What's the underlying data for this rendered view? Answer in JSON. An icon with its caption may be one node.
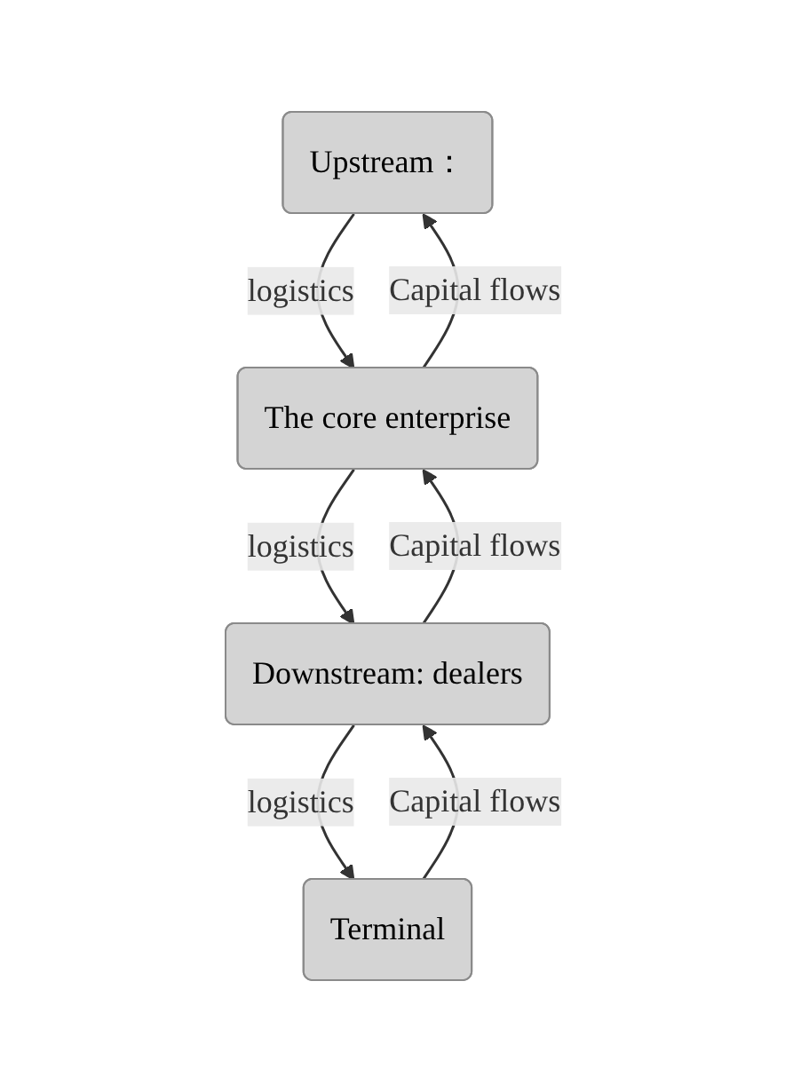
{
  "diagram": {
    "nodes": [
      {
        "text": [
          "Upstream："
        ]
      },
      {
        "text": [
          "The core enterprise"
        ]
      },
      {
        "text": [
          "Downstream: dealers"
        ]
      },
      {
        "text": [
          "Terminal"
        ]
      }
    ],
    "edges": [
      {
        "from": 1,
        "to": 0,
        "arrow": "to",
        "label": "Capital flows"
      },
      {
        "from": 0,
        "to": 1,
        "arrow": "to",
        "label": "logistics"
      },
      {
        "from": 2,
        "to": 1,
        "arrow": "to",
        "label": "Capital flows"
      },
      {
        "from": 1,
        "to": 2,
        "arrow": "to",
        "label": "logistics"
      },
      {
        "from": 3,
        "to": 2,
        "arrow": "to",
        "label": "Capital flows"
      },
      {
        "from": 2,
        "to": 3,
        "arrow": "to",
        "label": "logistics"
      }
    ]
  }
}
